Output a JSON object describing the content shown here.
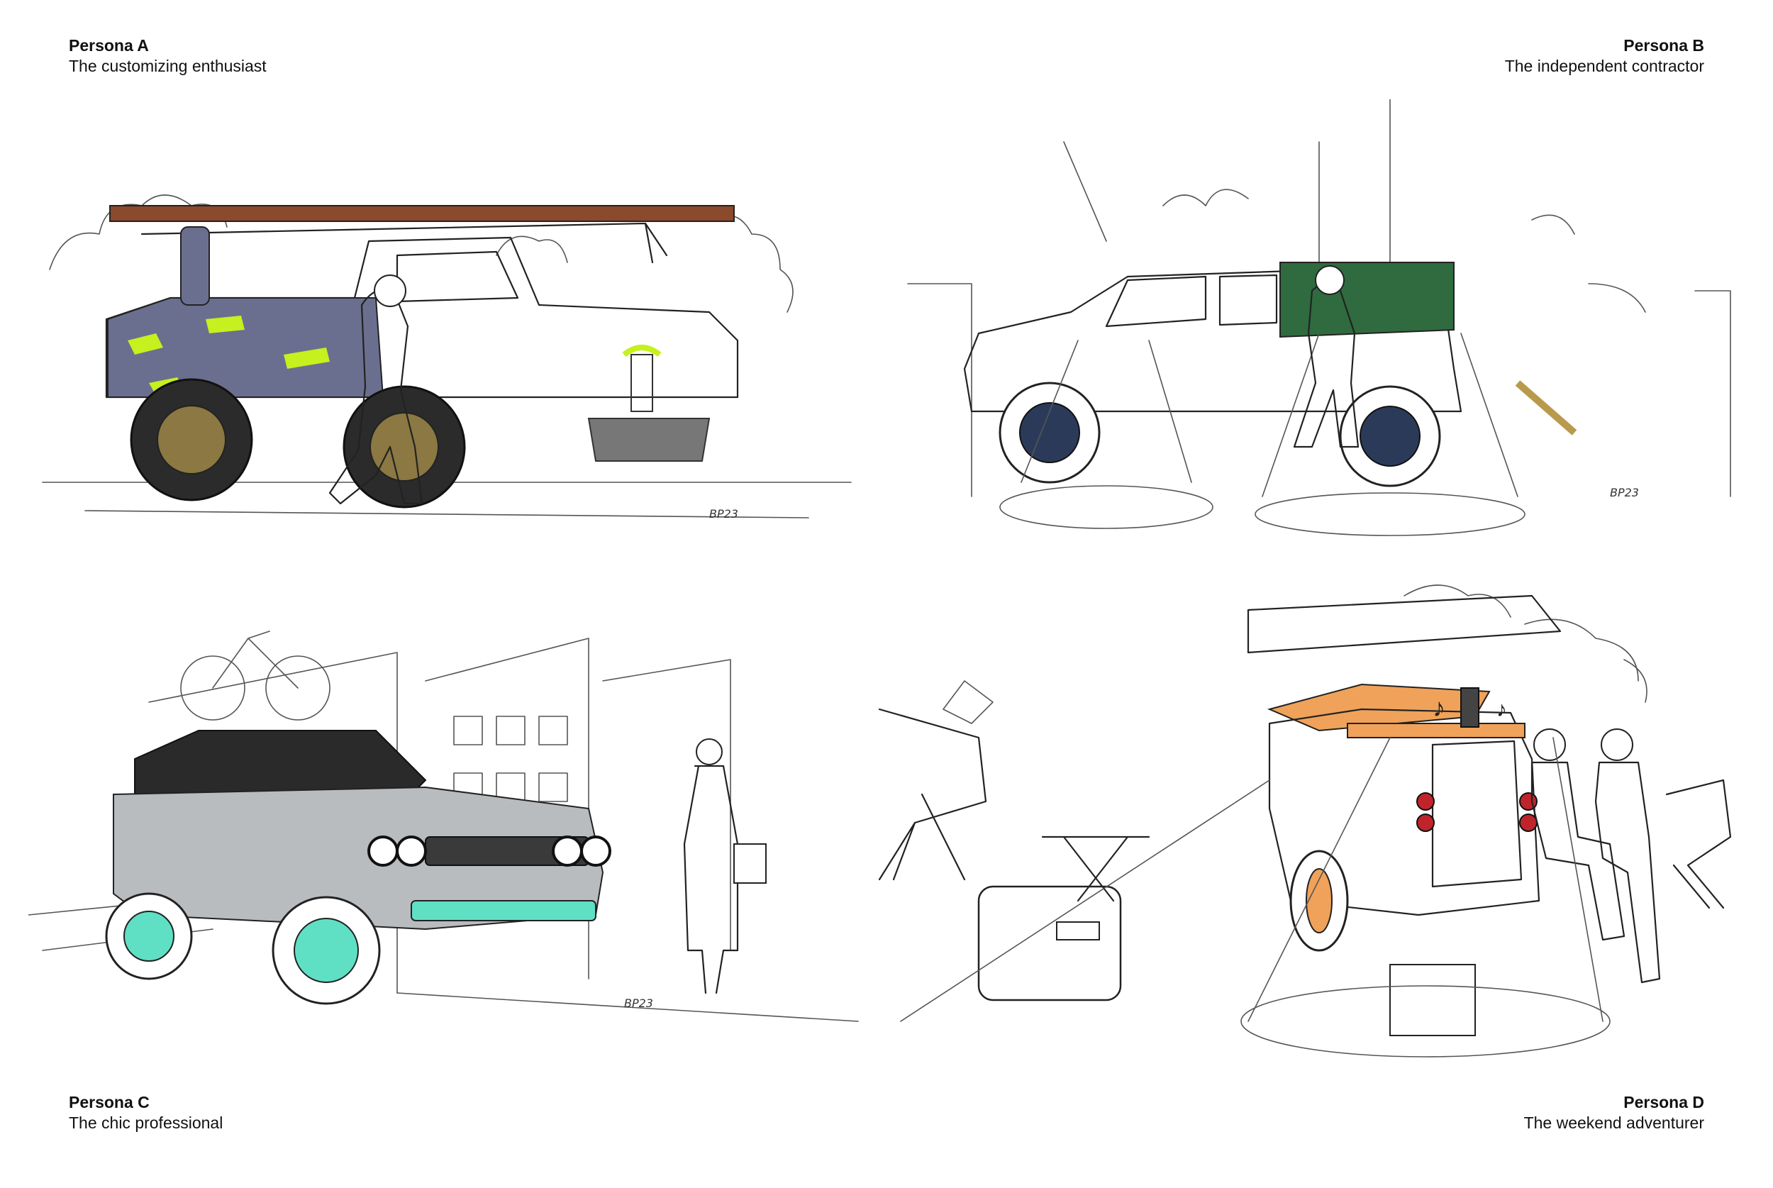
{
  "personas": [
    {
      "name": "Persona A",
      "description": "The customizing enthusiast",
      "accent": "#c6f01e",
      "body_color": "#6b6f8f",
      "wheel_color": "#8b7842"
    },
    {
      "name": "Persona B",
      "description": "The independent contractor",
      "accent": "#2f6b3f",
      "wheel_color": "#2c3a5a"
    },
    {
      "name": "Persona C",
      "description": "The chic professional",
      "accent": "#5fe0c4",
      "body_color": "#b9bcbf",
      "roof_color": "#2a2a2a"
    },
    {
      "name": "Persona D",
      "description": "The weekend adventurer",
      "accent": "#f0a25a",
      "light_color": "#c0242b"
    }
  ],
  "signature": "BP23",
  "icons": [
    "music-note-icon"
  ]
}
